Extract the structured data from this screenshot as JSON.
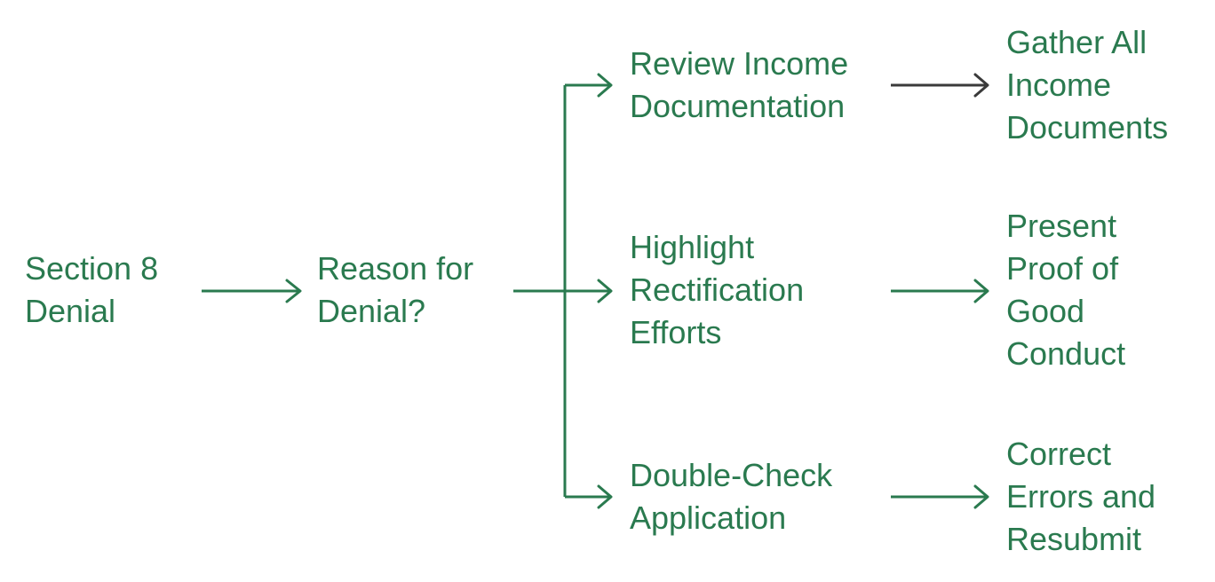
{
  "colors": {
    "text": "#2a7a4f",
    "connector": "#2a7a4f",
    "connector_dark": "#3a3a3a"
  },
  "nodes": {
    "start": {
      "lines": [
        "Section 8",
        "Denial"
      ]
    },
    "decision": {
      "lines": [
        "Reason for",
        "Denial?"
      ]
    },
    "branch_income": {
      "lines": [
        "Review Income",
        "Documentation"
      ]
    },
    "branch_rectification": {
      "lines": [
        "Highlight",
        "Rectification",
        "Efforts"
      ]
    },
    "branch_application": {
      "lines": [
        "Double-Check",
        "Application"
      ]
    },
    "outcome_income": {
      "lines": [
        "Gather All",
        "Income",
        "Documents"
      ]
    },
    "outcome_rectification": {
      "lines": [
        "Present",
        "Proof of",
        "Good",
        "Conduct"
      ]
    },
    "outcome_application": {
      "lines": [
        "Correct",
        "Errors and",
        "Resubmit"
      ]
    }
  },
  "edges": [
    {
      "from": "start",
      "to": "decision"
    },
    {
      "from": "decision",
      "to": "branch_income"
    },
    {
      "from": "decision",
      "to": "branch_rectification"
    },
    {
      "from": "decision",
      "to": "branch_application"
    },
    {
      "from": "branch_income",
      "to": "outcome_income"
    },
    {
      "from": "branch_rectification",
      "to": "outcome_rectification"
    },
    {
      "from": "branch_application",
      "to": "outcome_application"
    }
  ]
}
